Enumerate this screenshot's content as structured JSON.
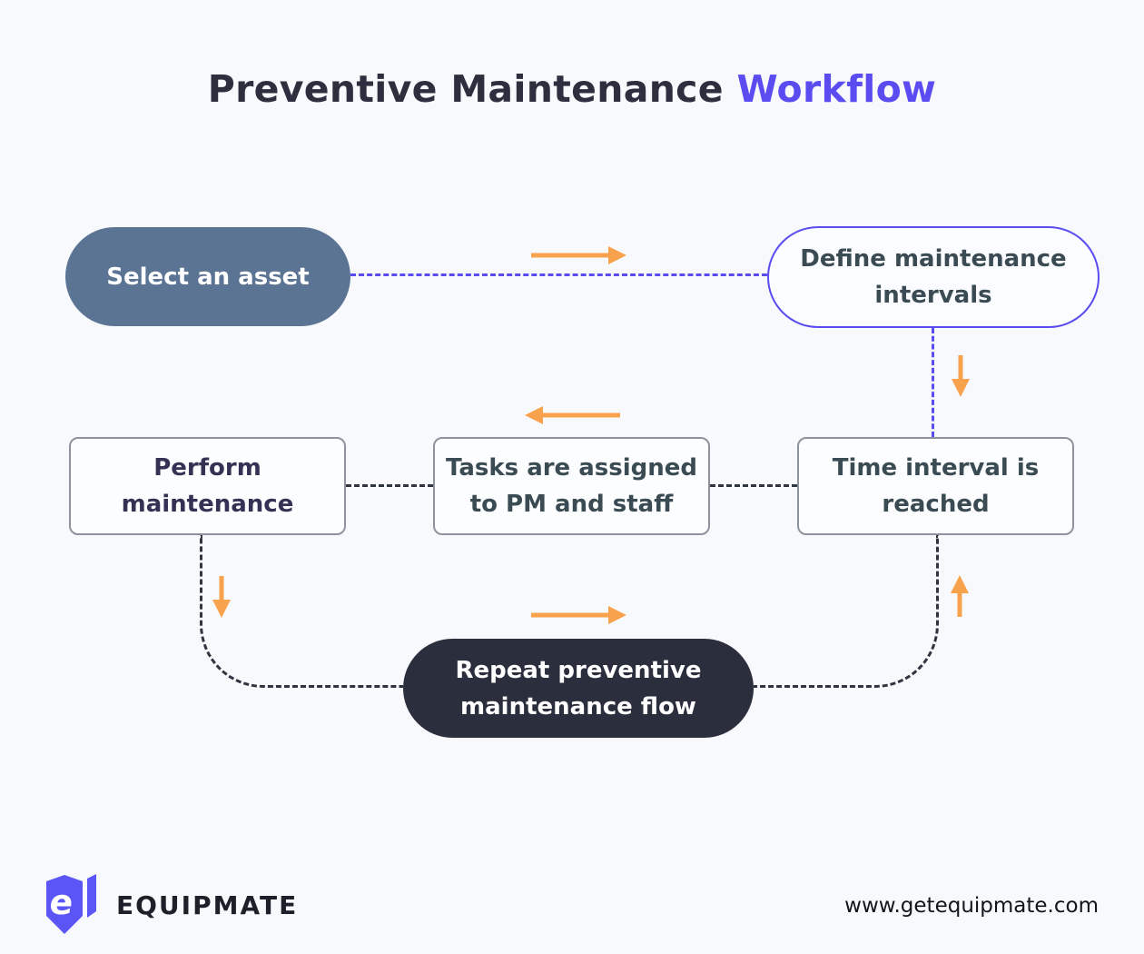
{
  "title": {
    "text": "Preventive Maintenance ",
    "highlight": "Workflow"
  },
  "flow": {
    "select_asset": "Select an asset",
    "define_intervals": "Define maintenance\nintervals",
    "time_reached": "Time interval is\nreached",
    "tasks_assigned": "Tasks are assigned\nto PM and staff",
    "perform_maintenance": "Perform\nmaintenance",
    "repeat_flow": "Repeat preventive\nmaintenance flow"
  },
  "footer": {
    "brand": "EQUIPMATE",
    "website": "www.getequipmate.com"
  },
  "colors": {
    "background": "#f8f9fd",
    "accent_purple": "#5a4cf0",
    "arrow_orange": "#f9a24d",
    "pill_slate_blue": "#5b7494",
    "pill_dark_navy": "#2b2e3d",
    "title_dark": "#2e2e3e",
    "box_text_slate": "#3b4b53",
    "box_text_navy": "#333254",
    "box_border_gray": "#8d939c",
    "connector_dark": "#2e3440",
    "logo_purple": "#5b55f5"
  },
  "icons": {
    "arrow_top": "arrow-right-icon",
    "arrow_interval": "arrow-down-icon",
    "arrow_tasks": "arrow-left-icon",
    "arrow_perform": "arrow-down-icon",
    "arrow_repeat": "arrow-right-icon",
    "arrow_loop": "arrow-up-icon",
    "logo": "equipmate-logo-icon"
  }
}
